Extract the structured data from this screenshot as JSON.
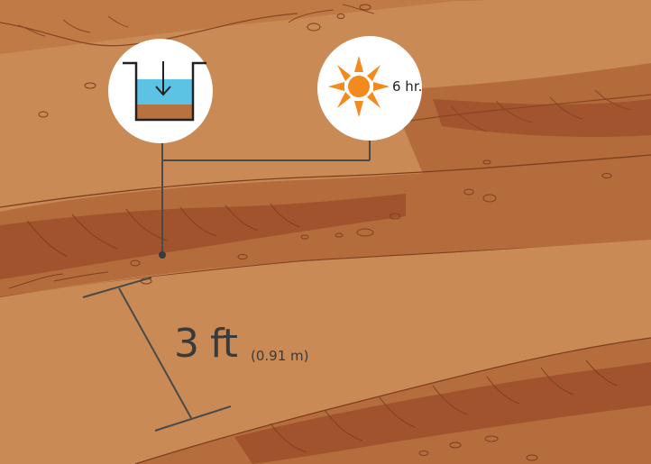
{
  "icons": {
    "drainage": "drainage-icon",
    "sun": "sun-icon"
  },
  "labels": {
    "sun_hours": "6 hr.",
    "distance_primary": "3 ft",
    "distance_secondary": "(0.91 m)"
  },
  "colors": {
    "soil_light": "#c98a55",
    "soil_mid": "#b8723f",
    "furrow_dark": "#9c4f2a",
    "water": "#5cc3e4",
    "sun": "#f28a1d",
    "line": "#4a4a4a"
  }
}
